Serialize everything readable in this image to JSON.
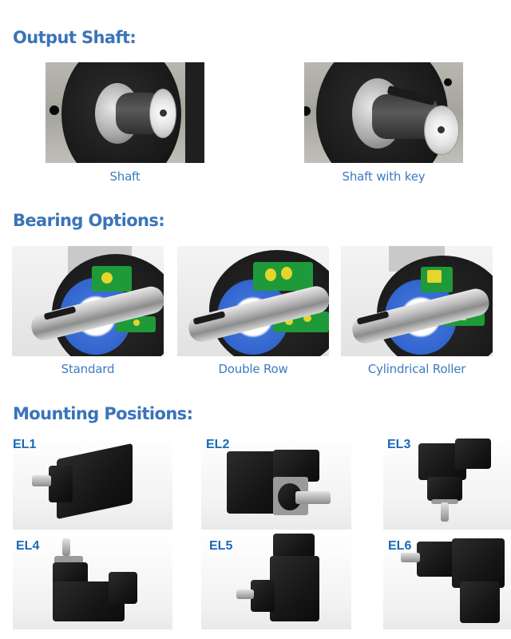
{
  "sections": {
    "output_shaft": {
      "title": "Output Shaft:",
      "items": [
        {
          "label": "Shaft",
          "image": "shaft-photo"
        },
        {
          "label": "Shaft with key",
          "image": "shaft-with-key-photo"
        }
      ]
    },
    "bearing_options": {
      "title": "Bearing Options:",
      "items": [
        {
          "label": "Standard",
          "image": "standard-bearing-cutaway"
        },
        {
          "label": "Double Row",
          "image": "double-row-bearing-cutaway"
        },
        {
          "label": "Cylindrical Roller",
          "image": "cylindrical-roller-bearing-cutaway"
        }
      ]
    },
    "mounting_positions": {
      "title": "Mounting Positions:",
      "items": [
        {
          "label": "EL1"
        },
        {
          "label": "EL2"
        },
        {
          "label": "EL3"
        },
        {
          "label": "EL4"
        },
        {
          "label": "EL5"
        },
        {
          "label": "EL6"
        }
      ]
    }
  },
  "colors": {
    "heading": "#3a74b9",
    "caption": "#3d7bc0",
    "mount_label": "#1a6bb8",
    "bearing_green": "#1f9a3a",
    "bearing_blue": "#3b6fd6",
    "bearing_yellow": "#e6d52a"
  }
}
